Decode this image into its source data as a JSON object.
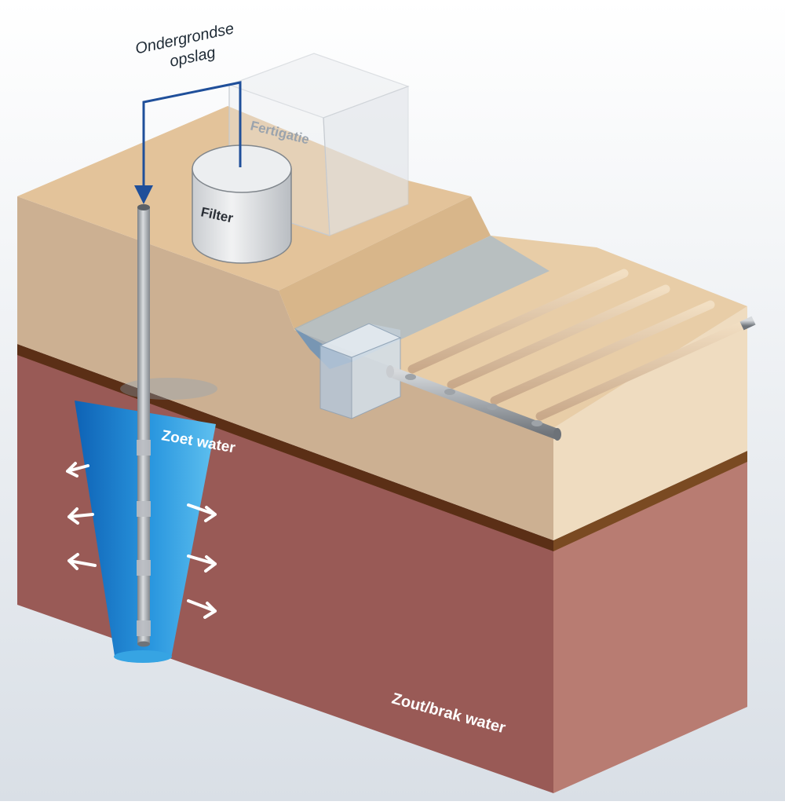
{
  "labels": {
    "storage_line1": "Ondergrondse",
    "storage_line2": "opslag",
    "fertigation": "Fertigatie",
    "filter": "Filter",
    "fresh_water": "Zoet water",
    "salt_water": "Zout/brak water"
  },
  "colors": {
    "background_top": "#d9dfe6",
    "sand_top": "#e3c39a",
    "sand_front": "#ccb092",
    "sand_right": "#efdcc0",
    "soil_front": "#995a56",
    "soil_right": "#b87c72",
    "clay_line": "#5b2f16",
    "fresh_water": "#1f8fd8",
    "arrow_blue": "#1f4f9a",
    "pipe": "#a9adb2"
  },
  "icons": {
    "flow_arrow": "arrow-right-icon",
    "infiltration_arrows": "arrow-left-right-icon"
  }
}
